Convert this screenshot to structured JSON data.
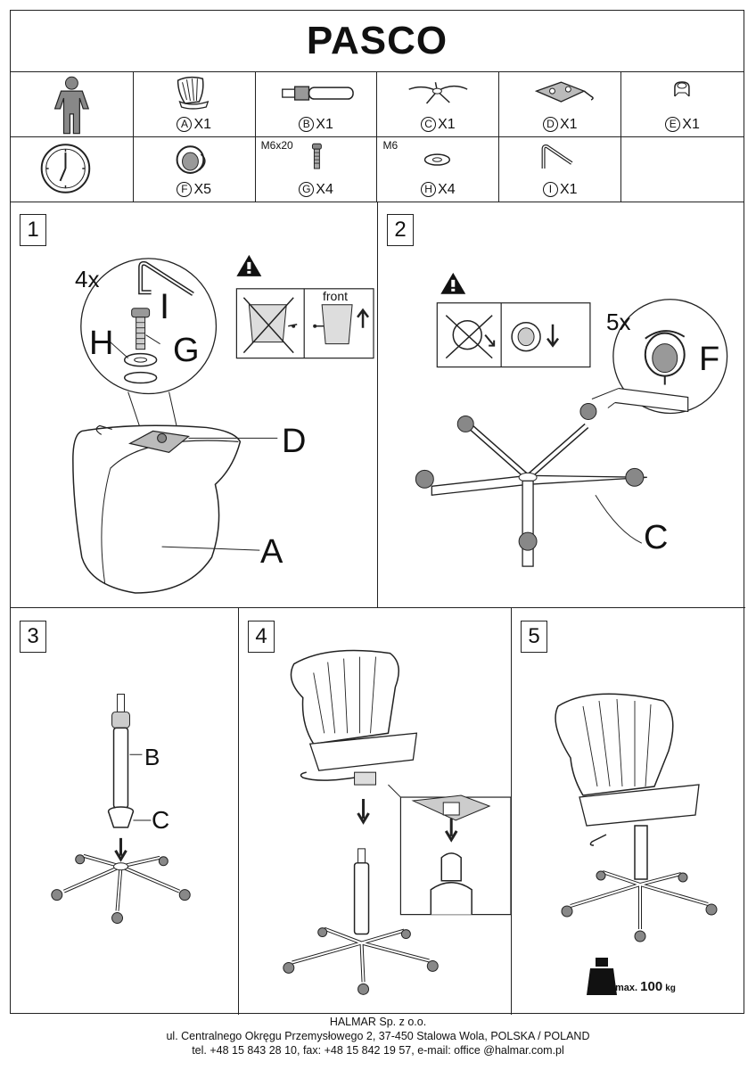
{
  "document": {
    "title": "PASCO"
  },
  "parts": {
    "row1": [
      {
        "letter": "A",
        "qty": "X1"
      },
      {
        "letter": "B",
        "qty": "X1"
      },
      {
        "letter": "C",
        "qty": "X1"
      },
      {
        "letter": "D",
        "qty": "X1"
      },
      {
        "letter": "E",
        "qty": "X1"
      }
    ],
    "row2": [
      {
        "letter": "F",
        "qty": "X5",
        "spec": ""
      },
      {
        "letter": "G",
        "qty": "X4",
        "spec": "M6x20"
      },
      {
        "letter": "H",
        "qty": "X4",
        "spec": "M6"
      },
      {
        "letter": "I",
        "qty": "X1",
        "spec": ""
      }
    ]
  },
  "steps": [
    {
      "number": "1",
      "count": "4x",
      "labels": {
        "I": "I",
        "H": "H",
        "G": "G",
        "D": "D",
        "A": "A"
      },
      "front_label": "front"
    },
    {
      "number": "2",
      "count": "5x",
      "labels": {
        "F": "F",
        "C": "C"
      }
    },
    {
      "number": "3",
      "labels": {
        "B": "B",
        "C": "C"
      }
    },
    {
      "number": "4"
    },
    {
      "number": "5",
      "max_load": {
        "prefix": "max.",
        "value": "100",
        "unit": "kg"
      }
    }
  ],
  "footer": {
    "company": "HALMAR Sp. z o.o.",
    "address": "ul. Centralnego Okręgu Przemysłowego 2, 37-450 Stalowa Wola, POLSKA / POLAND",
    "contact": "tel. +48 15 843 28 10, fax: +48 15 842 19 57, e-mail: office @halmar.com.pl"
  }
}
